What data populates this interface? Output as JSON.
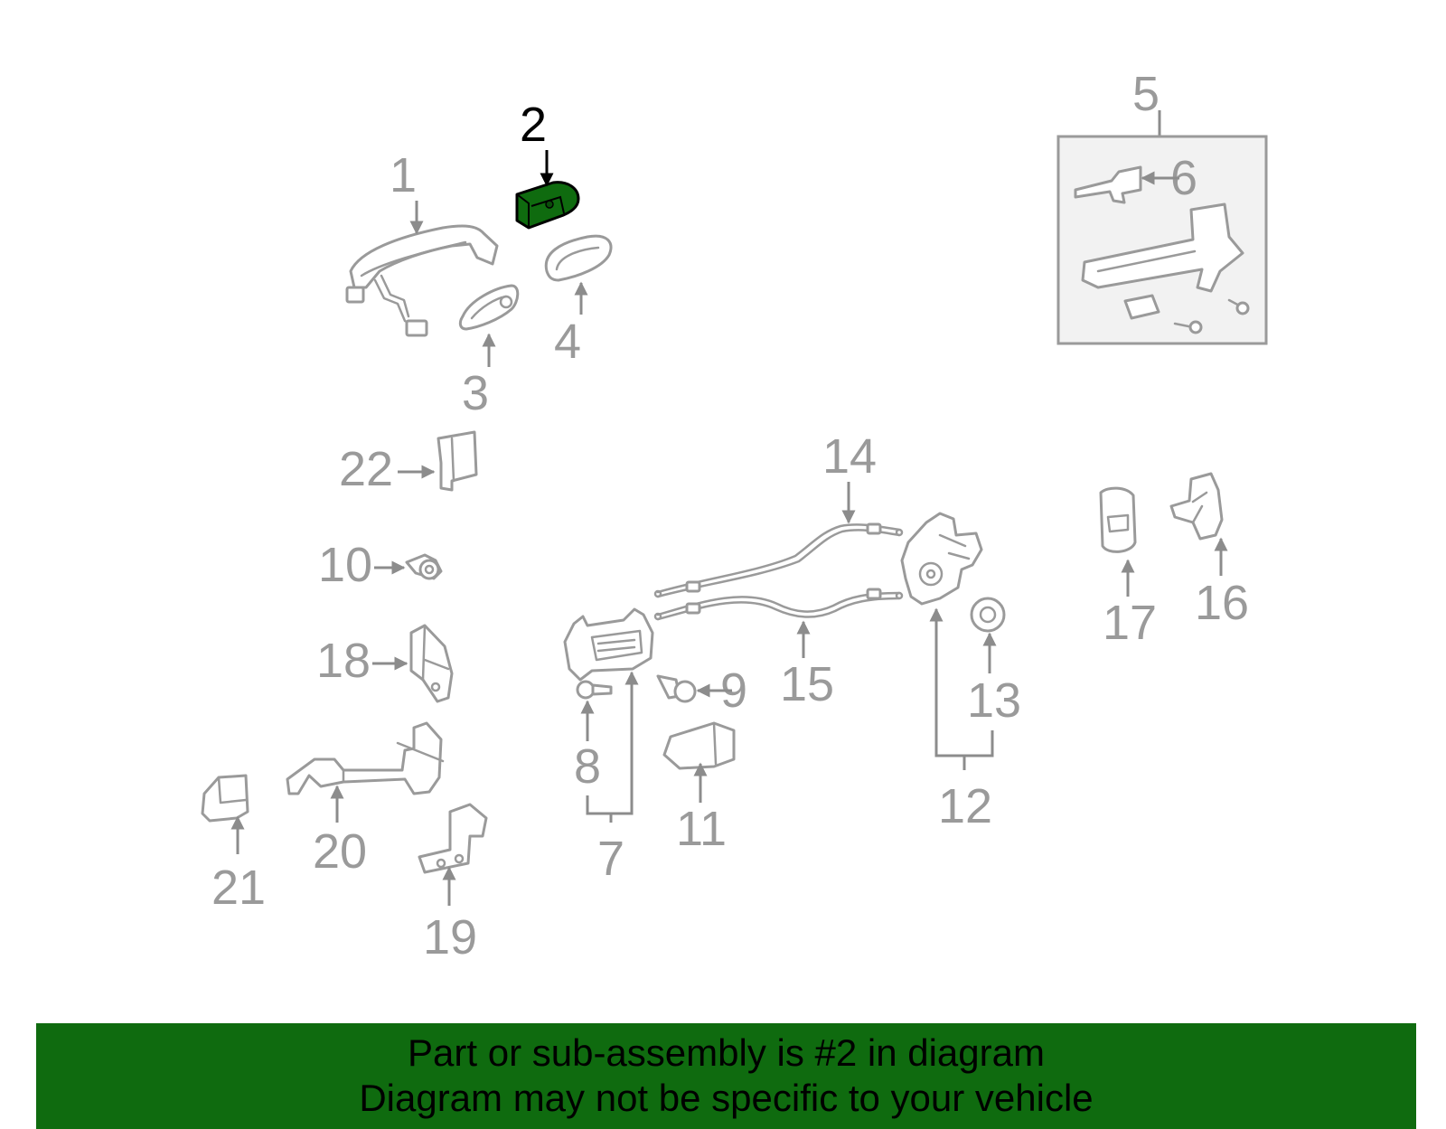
{
  "diagram": {
    "highlighted_part": "2",
    "highlight_color": "#0f6b0f",
    "part_color": "#9a9a9a",
    "callouts": {
      "p1": "1",
      "p2": "2",
      "p3": "3",
      "p4": "4",
      "p5": "5",
      "p6": "6",
      "p7": "7",
      "p8": "8",
      "p9": "9",
      "p10": "10",
      "p11": "11",
      "p12": "12",
      "p13": "13",
      "p14": "14",
      "p15": "15",
      "p16": "16",
      "p17": "17",
      "p18": "18",
      "p19": "19",
      "p20": "20",
      "p21": "21",
      "p22": "22"
    }
  },
  "footer": {
    "line1": "Part or sub-assembly is #2 in diagram",
    "line2": "Diagram may not be specific to your vehicle",
    "background": "#0f6b0f"
  }
}
